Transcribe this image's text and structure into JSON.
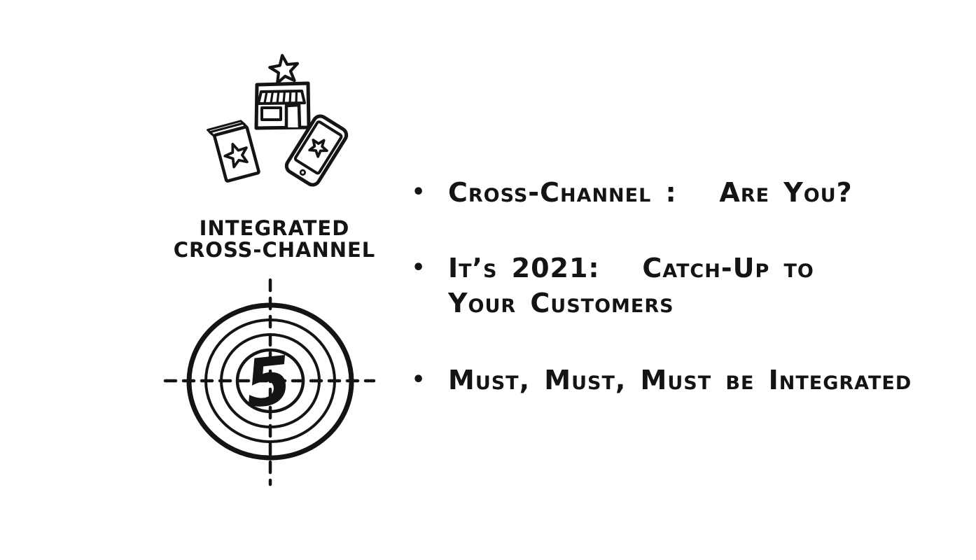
{
  "canvas": {
    "background": "#ffffff",
    "ink": "#141414"
  },
  "illustration": {
    "caption": {
      "line1": "INTEGRATED",
      "line2": "CROSS-CHANNEL"
    },
    "icons": [
      "star-icon",
      "storefront-icon",
      "booklet-icon",
      "smartphone-icon"
    ]
  },
  "target": {
    "number": "5"
  },
  "bullet_list": {
    "marker": "•",
    "items": [
      {
        "text": "Cross-Channel :   Are You?"
      },
      {
        "text": "It’s 2021:   Catch-Up to\nYour Customers"
      },
      {
        "text": "Must, Must, Must be Integrated"
      }
    ]
  }
}
